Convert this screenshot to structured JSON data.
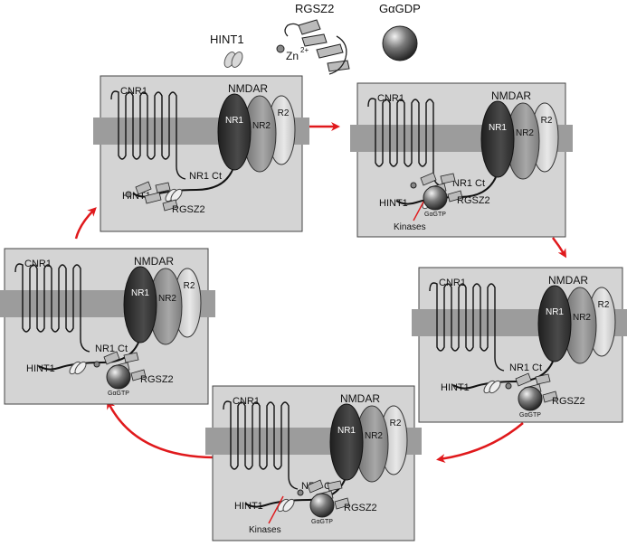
{
  "legend": {
    "hint1": "HINT1",
    "rgsz2": "RGSZ2",
    "zinc": "Zn",
    "zinc_charge": "2+",
    "galpha_gdp": "GαGDP"
  },
  "panels": [
    {
      "id": "p1",
      "cnr1": "CNR1",
      "nmdar": "NMDAR",
      "nr1": "NR1",
      "nr2": "NR2",
      "r2": "R2",
      "nr1ct": "NR1 Ct",
      "hint1": "HINT1",
      "rgsz2": "RGSZ2",
      "kinases": "",
      "galpha": ""
    },
    {
      "id": "p2",
      "cnr1": "CNR1",
      "nmdar": "NMDAR",
      "nr1": "NR1",
      "nr2": "NR2",
      "r2": "R2",
      "nr1ct": "NR1 Ct",
      "hint1": "HINT1",
      "rgsz2": "RGSZ2",
      "kinases": "Kinases",
      "galpha": "GαGTP"
    },
    {
      "id": "p3",
      "cnr1": "CNR1",
      "nmdar": "NMDAR",
      "nr1": "NR1",
      "nr2": "NR2",
      "r2": "R2",
      "nr1ct": "NR1 Ct",
      "hint1": "HINT1",
      "rgsz2": "RGSZ2",
      "kinases": "",
      "galpha": "GαGTP"
    },
    {
      "id": "p4",
      "cnr1": "CNR1",
      "nmdar": "NMDAR",
      "nr1": "NR1",
      "nr2": "NR2",
      "r2": "R2",
      "nr1ct": "NR1 Ct",
      "hint1": "HINT1",
      "rgsz2": "RGSZ2",
      "kinases": "Kinases",
      "galpha": "GαGTP"
    },
    {
      "id": "p5",
      "cnr1": "CNR1",
      "nmdar": "NMDAR",
      "nr1": "NR1",
      "nr2": "NR2",
      "r2": "R2",
      "nr1ct": "NR1 Ct",
      "hint1": "HINT1",
      "rgsz2": "RGSZ2",
      "kinases": "",
      "galpha": "GαGTP"
    }
  ],
  "colors": {
    "panel_bg": "#d4d4d4",
    "membrane": "#9c9c9c",
    "cycle_arrow": "#e0191c",
    "nr1": "#3a3a3a",
    "nr2": "#8a8a8a",
    "r2": "#cfcfcf"
  }
}
